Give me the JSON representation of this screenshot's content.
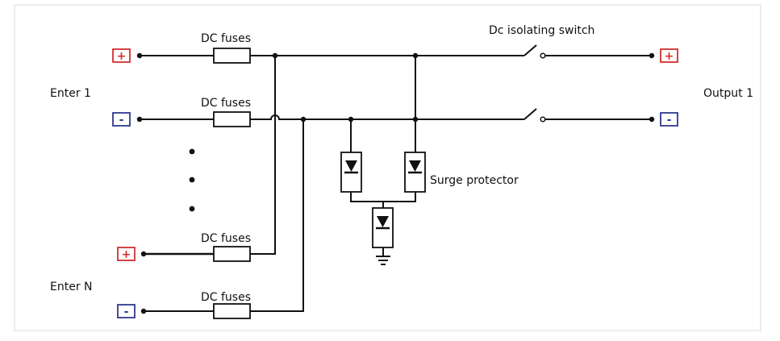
{
  "labels": {
    "enter_1": "Enter 1",
    "enter_n": "Enter N",
    "output_1": "Output 1",
    "fuse_label": "DC fuses",
    "switch_label": "Dc isolating switch",
    "surge_label": "Surge protector"
  },
  "terminals": {
    "positive_symbol": "+",
    "negative_symbol": "-"
  },
  "colors": {
    "positive": "#d32f2f",
    "negative": "#2f3a8f",
    "wire": "#111111",
    "frame": "#e6e6e6"
  },
  "icons": {
    "fuse": "fuse-icon",
    "switch": "isolating-switch-icon",
    "surge": "surge-protector-icon",
    "ground": "ground-icon",
    "ellipsis": "vertical-ellipsis-icon"
  }
}
